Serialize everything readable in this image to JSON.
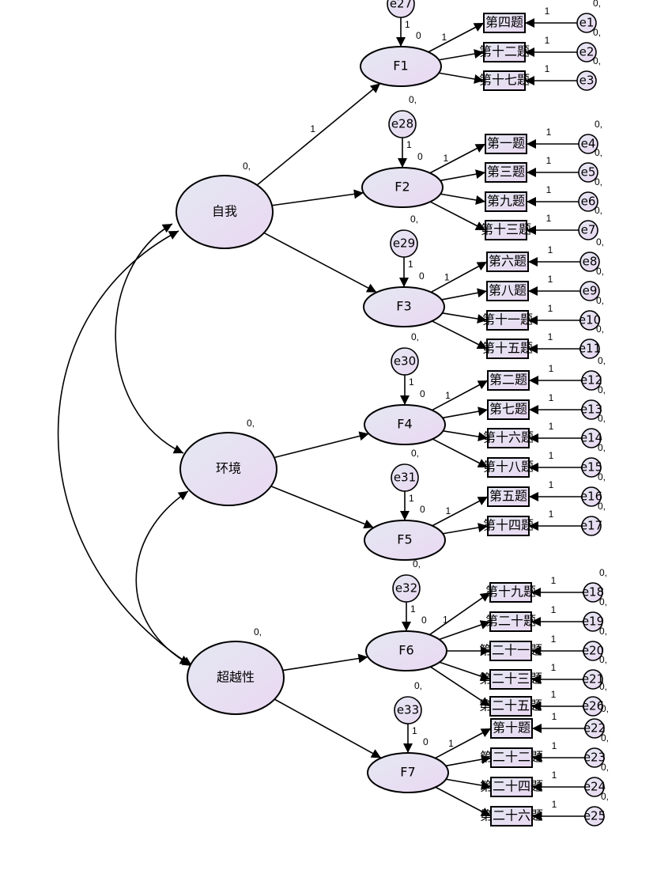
{
  "diagram": {
    "type": "structural-equation-model",
    "colors": {
      "node_fill_start": "#e4e8f2",
      "node_fill_end": "#ead8f2",
      "stroke": "#000000",
      "background": "#ffffff"
    },
    "second_order_factors": [
      {
        "id": "ziwo",
        "label": "自我",
        "variance": "0,",
        "children": [
          "F1",
          "F2",
          "F3"
        ]
      },
      {
        "id": "huanjing",
        "label": "环境",
        "variance": "0,",
        "children": [
          "F4",
          "F5"
        ]
      },
      {
        "id": "chaoyuexing",
        "label": "超越性",
        "variance": "0,",
        "children": [
          "F6",
          "F7"
        ]
      }
    ],
    "covariances": [
      {
        "from": "ziwo",
        "to": "huanjing"
      },
      {
        "from": "huanjing",
        "to": "chaoyuexing"
      },
      {
        "from": "ziwo",
        "to": "chaoyuexing"
      }
    ],
    "first_order_factors": [
      {
        "id": "F1",
        "label": "F1",
        "intercept": "0",
        "parent": "ziwo",
        "parent_loading": "1",
        "disturbance": {
          "label": "e27",
          "mean": "",
          "loading": "1"
        },
        "items": [
          {
            "label": "第四题",
            "loading": "1",
            "error": "e1",
            "error_mean": "0,",
            "error_loading": "1"
          },
          {
            "label": "第十二题",
            "loading": "",
            "error": "e2",
            "error_mean": "0,",
            "error_loading": "1"
          },
          {
            "label": "第十七题",
            "loading": "",
            "error": "e3",
            "error_mean": "0,",
            "error_loading": "1"
          }
        ]
      },
      {
        "id": "F2",
        "label": "F2",
        "intercept": "0",
        "parent": "ziwo",
        "parent_loading": "",
        "disturbance": {
          "label": "e28",
          "mean": "0,",
          "loading": "1"
        },
        "items": [
          {
            "label": "第一题",
            "loading": "1",
            "error": "e4",
            "error_mean": "0,",
            "error_loading": "1"
          },
          {
            "label": "第三题",
            "loading": "",
            "error": "e5",
            "error_mean": "0,",
            "error_loading": "1"
          },
          {
            "label": "第九题",
            "loading": "",
            "error": "e6",
            "error_mean": "0,",
            "error_loading": "1"
          },
          {
            "label": "第十三题",
            "loading": "",
            "error": "e7",
            "error_mean": "0,",
            "error_loading": "1"
          }
        ]
      },
      {
        "id": "F3",
        "label": "F3",
        "intercept": "0",
        "parent": "ziwo",
        "parent_loading": "",
        "disturbance": {
          "label": "e29",
          "mean": "0,",
          "loading": "1"
        },
        "items": [
          {
            "label": "第六题",
            "loading": "1",
            "error": "e8",
            "error_mean": "0,",
            "error_loading": "1"
          },
          {
            "label": "第八题",
            "loading": "",
            "error": "e9",
            "error_mean": "0,",
            "error_loading": "1"
          },
          {
            "label": "第十一题",
            "loading": "",
            "error": "e10",
            "error_mean": "0,",
            "error_loading": "1"
          },
          {
            "label": "第十五题",
            "loading": "",
            "error": "e11",
            "error_mean": "0,",
            "error_loading": "1"
          }
        ]
      },
      {
        "id": "F4",
        "label": "F4",
        "intercept": "0",
        "parent": "huanjing",
        "parent_loading": "",
        "disturbance": {
          "label": "e30",
          "mean": "0,",
          "loading": "1"
        },
        "items": [
          {
            "label": "第二题",
            "loading": "1",
            "error": "e12",
            "error_mean": "0,",
            "error_loading": "1"
          },
          {
            "label": "第七题",
            "loading": "",
            "error": "e13",
            "error_mean": "0,",
            "error_loading": "1"
          },
          {
            "label": "第十六题",
            "loading": "",
            "error": "e14",
            "error_mean": "0,",
            "error_loading": "1"
          },
          {
            "label": "第十八题",
            "loading": "",
            "error": "e15",
            "error_mean": "0,",
            "error_loading": "1"
          }
        ]
      },
      {
        "id": "F5",
        "label": "F5",
        "intercept": "0",
        "parent": "huanjing",
        "parent_loading": "",
        "disturbance": {
          "label": "e31",
          "mean": "0,",
          "loading": "1"
        },
        "items": [
          {
            "label": "第五题",
            "loading": "1",
            "error": "e16",
            "error_mean": "0,",
            "error_loading": "1"
          },
          {
            "label": "第十四题",
            "loading": "",
            "error": "e17",
            "error_mean": "0,",
            "error_loading": "1"
          }
        ]
      },
      {
        "id": "F6",
        "label": "F6",
        "intercept": "0",
        "parent": "chaoyuexing",
        "parent_loading": "",
        "disturbance": {
          "label": "e32",
          "mean": "0,",
          "loading": "1"
        },
        "items": [
          {
            "label": "第十九题",
            "loading": "1",
            "error": "e18",
            "error_mean": "0,",
            "error_loading": "1"
          },
          {
            "label": "第二十题",
            "loading": "",
            "error": "e19",
            "error_mean": "0,",
            "error_loading": "1"
          },
          {
            "label": "第二十一题",
            "loading": "",
            "error": "e20",
            "error_mean": "0,",
            "error_loading": "1"
          },
          {
            "label": "第二十三题",
            "loading": "",
            "error": "e21",
            "error_mean": "0,",
            "error_loading": "1"
          },
          {
            "label": "第二十五题",
            "loading": "",
            "error": "e26",
            "error_mean": "0,",
            "error_loading": "1"
          }
        ]
      },
      {
        "id": "F7",
        "label": "F7",
        "intercept": "0",
        "parent": "chaoyuexing",
        "parent_loading": "",
        "disturbance": {
          "label": "e33",
          "mean": "0,",
          "loading": "1"
        },
        "items": [
          {
            "label": "第十题",
            "loading": "1",
            "error": "e22",
            "error_mean": "0,",
            "error_loading": "1"
          },
          {
            "label": "第二十二题",
            "loading": "",
            "error": "e23",
            "error_mean": "0,",
            "error_loading": "1"
          },
          {
            "label": "第二十四题",
            "loading": "",
            "error": "e24",
            "error_mean": "0,",
            "error_loading": "1"
          },
          {
            "label": "第二十六题",
            "loading": "",
            "error": "e25",
            "error_mean": "0,",
            "error_loading": "1"
          }
        ]
      }
    ]
  }
}
